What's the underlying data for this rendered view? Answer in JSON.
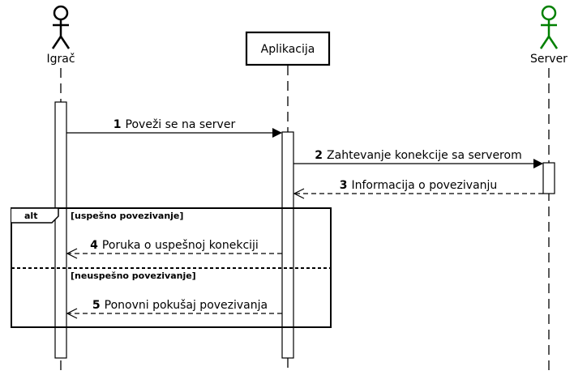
{
  "participants": [
    {
      "id": "igrac",
      "name": "Igrač",
      "kind": "actor",
      "color": "#000000"
    },
    {
      "id": "aplikacija",
      "name": "Aplikacija",
      "kind": "box",
      "color": "#000000"
    },
    {
      "id": "server",
      "name": "Server",
      "kind": "actor",
      "color": "#008000"
    }
  ],
  "messages": [
    {
      "number": "1",
      "text": "Poveži se na server",
      "from": "igrac",
      "to": "aplikacija",
      "style": "sync"
    },
    {
      "number": "2",
      "text": "Zahtevanje konekcije sa serverom",
      "from": "aplikacija",
      "to": "server",
      "style": "sync"
    },
    {
      "number": "3",
      "text": "Informacija o povezivanju",
      "from": "server",
      "to": "aplikacija",
      "style": "return"
    },
    {
      "number": "4",
      "text": "Poruka o uspešnoj konekciji",
      "from": "aplikacija",
      "to": "igrac",
      "style": "return"
    },
    {
      "number": "5",
      "text": "Ponovni pokušaj povezivanja",
      "from": "aplikacija",
      "to": "igrac",
      "style": "return"
    }
  ],
  "fragment": {
    "operator": "alt",
    "guards": [
      "[uspešno povezivanje]",
      "[neuspešno povezivanje]"
    ]
  }
}
